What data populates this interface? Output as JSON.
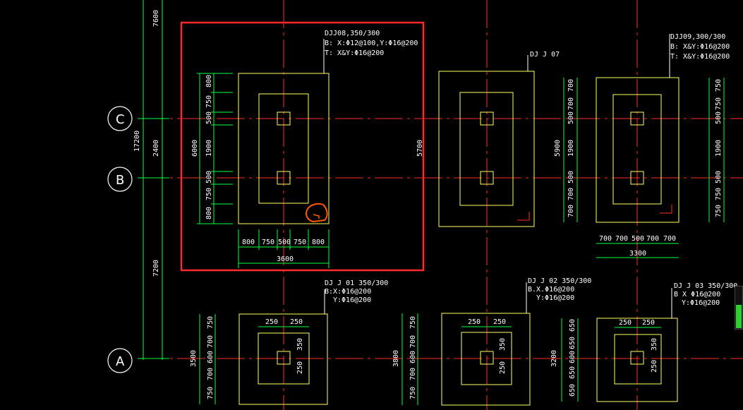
{
  "colors": {
    "axis": "#ff2a2a",
    "dim": "#00ff3c",
    "outline": "#ffff66",
    "text": "#ffffff",
    "selection": "#ff2a2a",
    "markup": "#ff5a00"
  },
  "grid_axes": [
    {
      "label": "C"
    },
    {
      "label": "B"
    },
    {
      "label": "A"
    }
  ],
  "left_dims": {
    "top": "7600",
    "cb_total": "17200",
    "cb_span": "2400",
    "ba_span": "7200"
  },
  "foundations": {
    "dj08": {
      "note": [
        "DJJ08,350/300",
        "B: X:Φ12@100,Y:Φ16@200",
        "T: X&Y:Φ16@200"
      ],
      "v_dims": [
        "800",
        "750",
        "500",
        "1900",
        "500",
        "750",
        "800"
      ],
      "v_total": "6000",
      "h_dims": [
        "800",
        "750",
        "500",
        "750",
        "800"
      ],
      "h_total": "3600"
    },
    "dj07": {
      "note": [
        "DJ J 07"
      ],
      "v_total": "5700"
    },
    "dj09": {
      "note": [
        "DJJ09,300/300",
        "B: X&Y:Φ16@200",
        "T: X&Y:Φ16@200"
      ],
      "v_dims_l": [
        "700",
        "700",
        "500",
        "1900",
        "500",
        "700",
        "700"
      ],
      "v_total_l": "5900",
      "v_dims_r": [
        "750",
        "750",
        "500",
        "1900",
        "500",
        "750",
        "750"
      ],
      "h_dims": [
        "700",
        "700",
        "500",
        "700",
        "700"
      ],
      "h_total": "3300"
    },
    "dj01": {
      "note": [
        "DJ J 01 350/300",
        "B:X:Φ16@200",
        "Y:Φ16@200"
      ],
      "top": [
        "250",
        "250"
      ],
      "v_dims": [
        "750",
        "700",
        "600",
        "700",
        "750"
      ],
      "v_total": "3500",
      "r_dims": [
        "350",
        "250"
      ]
    },
    "dj02": {
      "note": [
        "DJ J 02 350/300",
        "B.X.Φ16@200",
        "Y:Φ16@200"
      ],
      "top": [
        "250",
        "250"
      ],
      "v_dims": [
        "750",
        "700",
        "600",
        "700",
        "750"
      ],
      "v_total": "3800",
      "r_dims": [
        "350",
        "250"
      ]
    },
    "dj03": {
      "note": [
        "DJ J 03 350/300",
        "B X Φ16@200",
        "Y:Φ16@200"
      ],
      "top": [
        "250",
        "250"
      ],
      "v_dims": [
        "650",
        "650",
        "600",
        "650",
        "650"
      ],
      "v_total": "3200",
      "r_dims": [
        "350",
        "250"
      ]
    }
  },
  "scroll_level": 0.55
}
